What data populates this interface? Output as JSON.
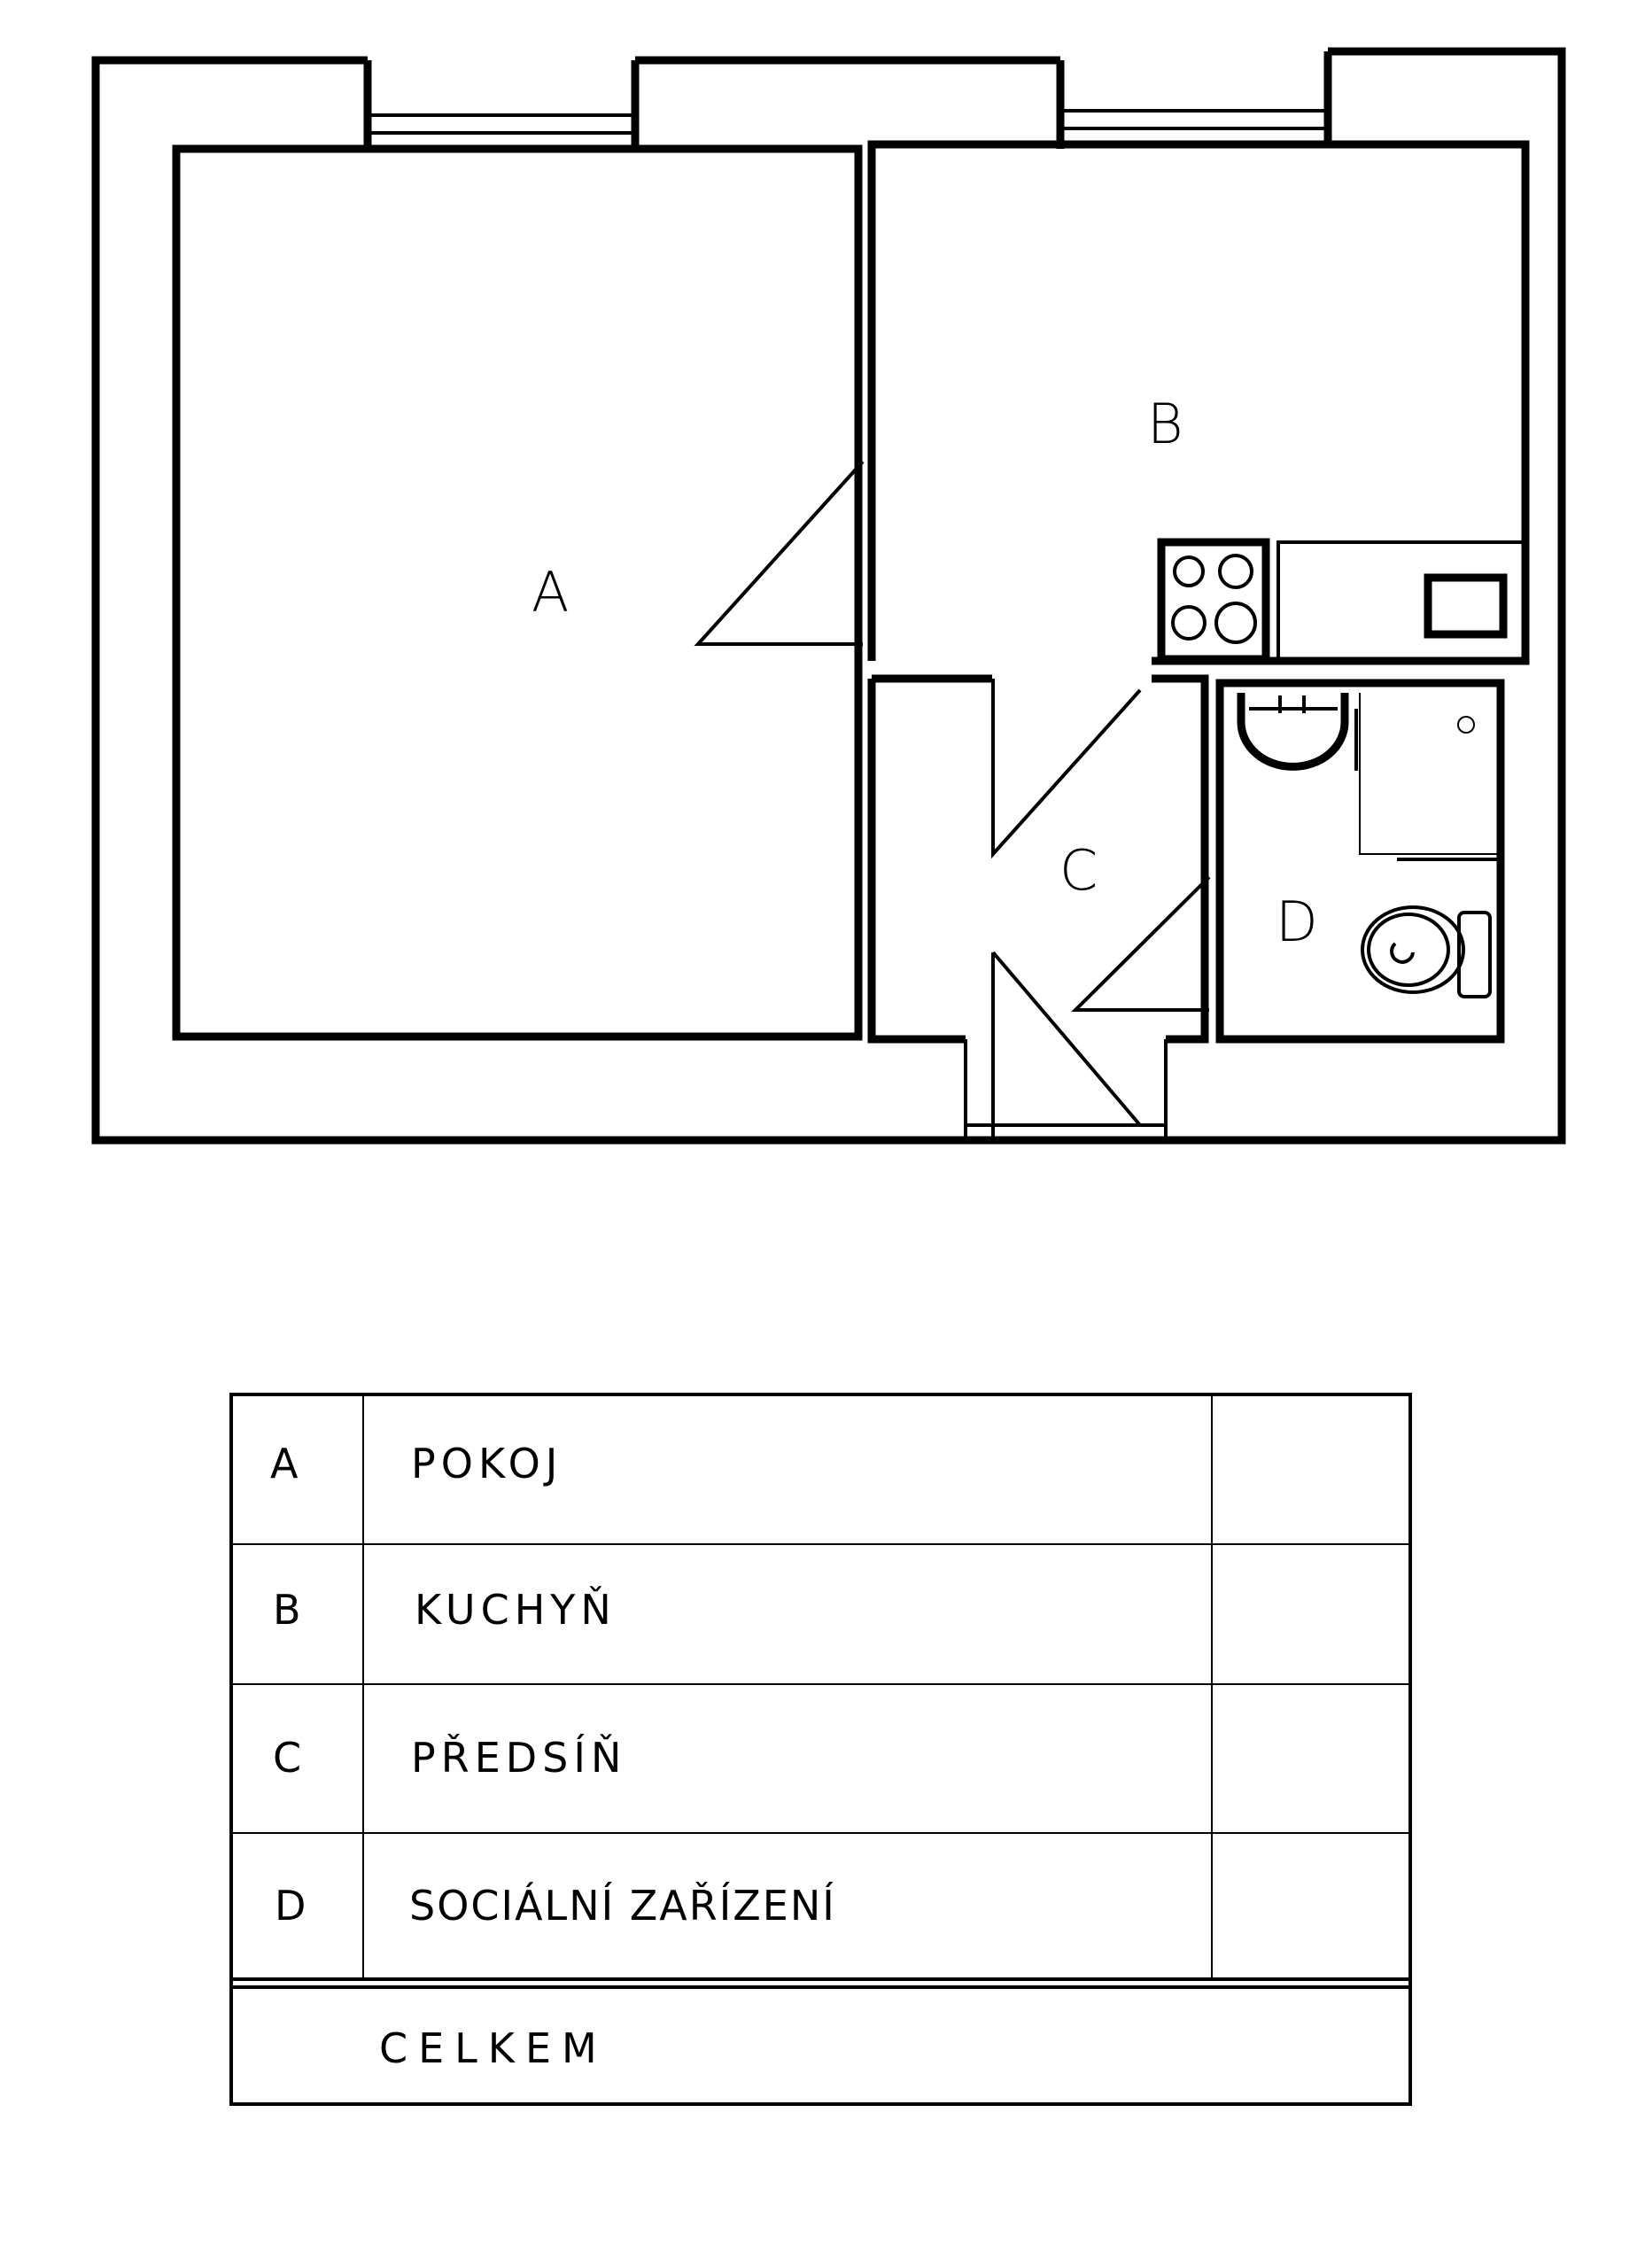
{
  "plan": {
    "rooms": [
      {
        "code": "A"
      },
      {
        "code": "B"
      },
      {
        "code": "C"
      },
      {
        "code": "D"
      }
    ]
  },
  "legend": {
    "rows": [
      {
        "code": "A",
        "name": "POKOJ",
        "area": ""
      },
      {
        "code": "B",
        "name": "KUCHYŇ",
        "area": ""
      },
      {
        "code": "C",
        "name": "PŘEDSÍŇ",
        "area": ""
      },
      {
        "code": "D",
        "name": "SOCIÁLNÍ ZAŘÍZENÍ",
        "area": ""
      }
    ],
    "total_label": "CELKEM"
  }
}
